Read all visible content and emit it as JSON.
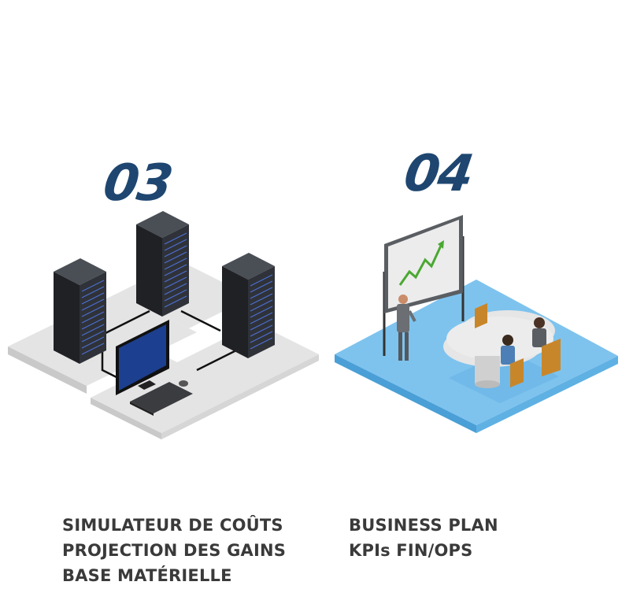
{
  "panels": [
    {
      "number": "03",
      "icon": "server-room-icon",
      "lines": [
        "SIMULATEUR DE COÛTS",
        "PROJECTION DES GAINS",
        "BASE MATÉRIELLE"
      ]
    },
    {
      "number": "04",
      "icon": "meeting-room-icon",
      "lines": [
        "BUSINESS PLAN",
        "KPIs FIN/OPS"
      ]
    }
  ],
  "colors": {
    "number": "#1e4670",
    "text": "#3a3a3a",
    "floor_gray": "#e4e4e4",
    "floor_blue": "#7ec3ee",
    "server": "#2b2e33",
    "screen": "#1d3f8f",
    "chart_line": "#4aa832"
  }
}
